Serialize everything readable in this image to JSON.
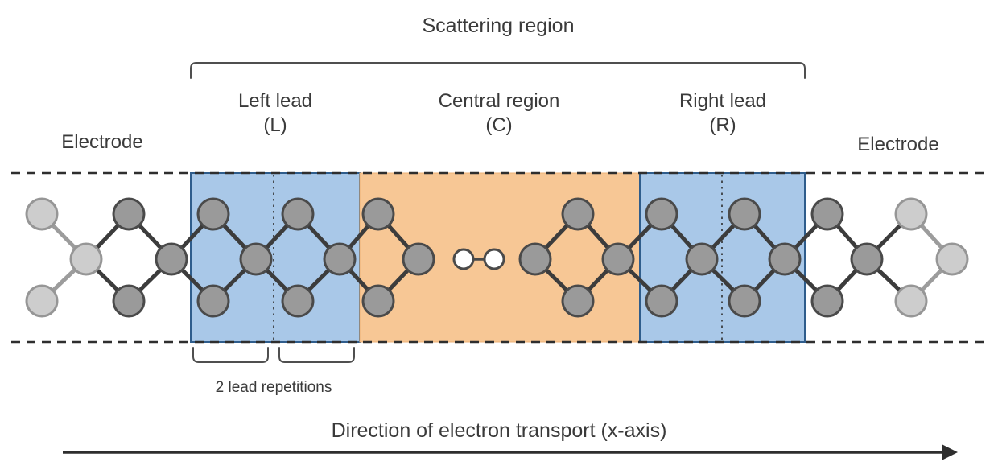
{
  "title": "Scattering region",
  "regions": {
    "left_lead": {
      "label": "Left lead",
      "symbol": "(L)"
    },
    "central": {
      "label": "Central region",
      "symbol": "(C)"
    },
    "right_lead": {
      "label": "Right lead",
      "symbol": "(R)"
    },
    "left_electrode": {
      "label": "Electrode"
    },
    "right_electrode": {
      "label": "Electrode"
    }
  },
  "annotations": {
    "lead_repetitions": "2 lead repetitions",
    "transport_direction": "Direction of electron transport (x-axis)"
  },
  "colors": {
    "lead_region_fill": "#A9C8E8",
    "lead_region_border": "#2F5D8C",
    "central_region_fill": "#F7C795",
    "central_region_border": "#EDB275",
    "atom_dark_fill": "#9A9A9A",
    "atom_dark_stroke": "#4A4A4A",
    "atom_light_fill": "#CDCDCD",
    "atom_light_stroke": "#969696",
    "molecule_fill": "#FFFFFF",
    "molecule_stroke": "#4A4A4A",
    "bond_dark": "#3C3C3C",
    "bond_light": "#9C9C9C",
    "line_color": "#2E2E2E"
  }
}
